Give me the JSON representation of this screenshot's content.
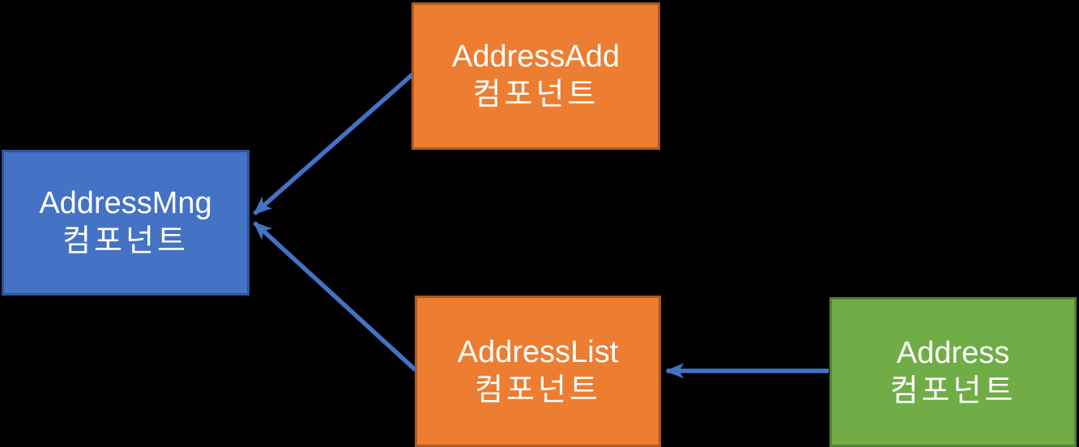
{
  "canvas": {
    "background_color": "#000000",
    "text_color": "#ffffff"
  },
  "nodes": {
    "mng": {
      "title": "AddressMng",
      "subtitle": "컴포넌트",
      "fill": "#4472C4",
      "border": "#2F5597"
    },
    "add": {
      "title": "AddressAdd",
      "subtitle": "컴포넌트",
      "fill": "#ED7D31",
      "border": "#AE5A21"
    },
    "list": {
      "title": "AddressList",
      "subtitle": "컴포넌트",
      "fill": "#ED7D31",
      "border": "#AE5A21"
    },
    "address": {
      "title": "Address",
      "subtitle": "컴포넌트",
      "fill": "#70AD47",
      "border": "#548235"
    }
  },
  "edges": [
    {
      "from": "AddressAdd 컴포넌트",
      "to": "AddressMng 컴포넌트"
    },
    {
      "from": "AddressList 컴포넌트",
      "to": "AddressMng 컴포넌트"
    },
    {
      "from": "Address 컴포넌트",
      "to": "AddressList 컴포넌트"
    }
  ],
  "arrow": {
    "color": "#4472C4"
  }
}
